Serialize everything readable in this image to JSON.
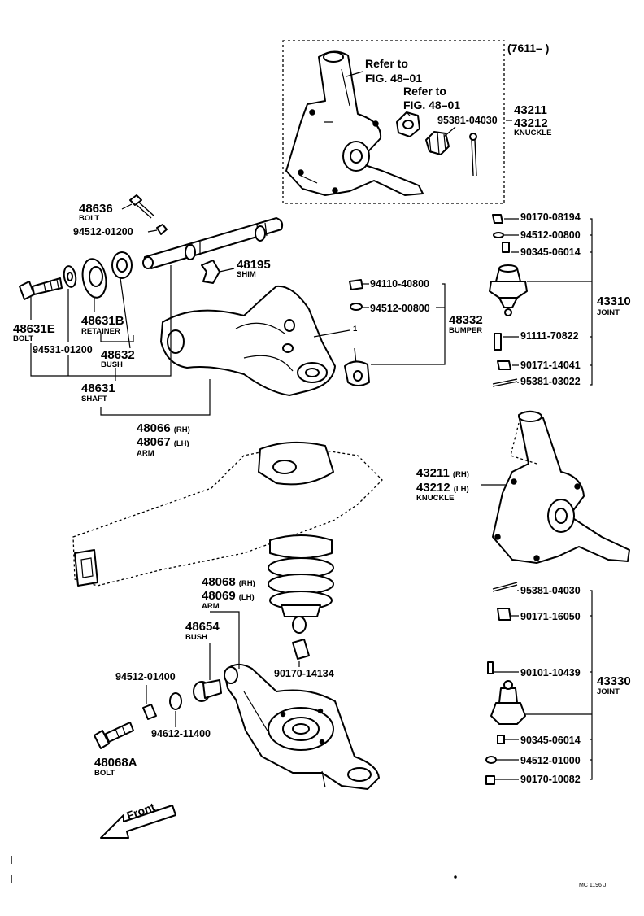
{
  "inset": {
    "date_range": "(7611–        )",
    "ref1": [
      "Refer to",
      "FIG. 48–01"
    ],
    "ref2": [
      "Refer to",
      "FIG. 48–01"
    ],
    "pin_top": "95381-04030",
    "knuckle_rh": "43211",
    "knuckle_lh": "43212",
    "knuckle_caption": "KNUCKLE"
  },
  "upper_arm": {
    "bolt_top": {
      "number": "48636",
      "caption": "BOLT"
    },
    "washer_top": "94512-01200",
    "shim": {
      "number": "48195",
      "caption": "SHIM"
    },
    "bolt_side": {
      "number": "48631E",
      "caption": "BOLT"
    },
    "retainer": {
      "number": "48631B",
      "caption": "RETAINER"
    },
    "bush": {
      "number": "48632",
      "caption": "BUSH"
    },
    "washer_side": "94531-01200",
    "shaft": {
      "number": "48631",
      "caption": "SHAFT"
    },
    "arm_rh": "48066",
    "arm_lh": "48067",
    "rh_tag": "(RH)",
    "lh_tag": "(LH)",
    "arm_caption": "ARM",
    "bumper_nut": "94110-40800",
    "bumper_washer": "94512-00800",
    "bumper": {
      "number": "48332",
      "caption": "BUMPER"
    },
    "callout_1": "1"
  },
  "upper_joint": {
    "items": [
      "90170-08194",
      "94512-00800",
      "90345-06014",
      "91111-70822",
      "90171-14041",
      "95381-03022"
    ],
    "number": "43310",
    "caption": "JOINT"
  },
  "knuckle": {
    "rh": "43211",
    "lh": "43212",
    "rh_tag": "(RH)",
    "lh_tag": "(LH)",
    "caption": "KNUCKLE"
  },
  "lower_arm": {
    "arm_rh": "48068",
    "arm_lh": "48069",
    "rh_tag": "(RH)",
    "lh_tag": "(LH)",
    "arm_caption": "ARM",
    "bush": {
      "number": "48654",
      "caption": "BUSH"
    },
    "washer": "94512-01400",
    "spacer": "94612-11400",
    "bushing_lower": "90170-14134",
    "bolt": {
      "number": "48068A",
      "caption": "BOLT"
    }
  },
  "lower_joint": {
    "items": [
      "95381-04030",
      "90171-16050",
      "90101-10439",
      "90345-06014",
      "94512-01000",
      "90170-10082"
    ],
    "number": "43330",
    "caption": "JOINT"
  },
  "front_label": "Front",
  "drawing_code": "MC 1196 J"
}
